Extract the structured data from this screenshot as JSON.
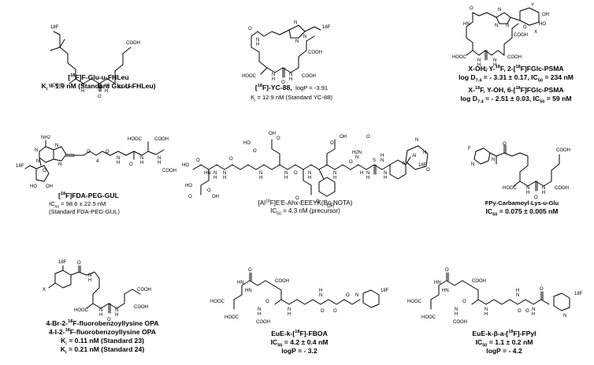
{
  "compounds": [
    {
      "id": "glu_u_fhleu",
      "name_pre": "[",
      "name_iso": "18",
      "name_post": "F]F-Glu-u-FHLeu",
      "lines": [
        {
          "pre": "K",
          "sub": "i",
          "post": " = 1.9 nM (Standard Glu-U-FHLeu)"
        }
      ],
      "atoms": [
        "18F",
        "COOH",
        "HOOC",
        "N",
        "N",
        "H",
        "H",
        "O",
        "COOH"
      ]
    },
    {
      "id": "yc88",
      "name_pre": "[",
      "name_iso": "18",
      "name_post": "F]-YC-88,",
      "name_extra": "logP = -3.91",
      "lines": [
        {
          "pre": "K",
          "sub": "i",
          "post": " = 12.9 nM (Standard YC-88)"
        }
      ],
      "atoms": [
        "O",
        "N",
        "H",
        "N",
        "N",
        "N",
        "18F",
        "COOH",
        "HOOC",
        "COOH",
        "N",
        "H",
        "N",
        "H",
        "O"
      ]
    },
    {
      "id": "fglc_psma",
      "atoms": [
        "O",
        "HN",
        "N",
        "N",
        "N",
        "O",
        "HO",
        "Y",
        "OH",
        "X",
        "COOH",
        "HOOC",
        "N",
        "H",
        "N",
        "H",
        "COOH",
        "O"
      ],
      "lines": [
        {
          "pre": "X-OH, Y-",
          "sup": "18",
          "post": "F, 2-[",
          "sup2": "18",
          "post2": "F]FGlc-PSMA"
        },
        {
          "pre": "log D",
          "sub": "7.4",
          "post": " = - 3.31 ± 0.17, IC",
          "sub2": "50",
          "post2": " = 234 nM"
        },
        {
          "pre": "X-",
          "sup": "18",
          "post": "F, Y-OH, 6-[",
          "sup2": "18",
          "post2": "F]FGlc-PSMA"
        },
        {
          "pre": "log D",
          "sub": "7.4",
          "post": " = - 2.51 ± 0.03, IC",
          "sub2": "50",
          "post2": " = 59 nM"
        }
      ]
    },
    {
      "id": "fda_peg_gul",
      "name_pre": "[",
      "name_iso": "18",
      "name_post": "F]FDA-PEG-GUL",
      "lines": [
        {
          "pre": "IC",
          "sub": "50",
          "post": " = 98.6 ± 22.5 nM"
        },
        {
          "pre": "(Standard FDA-PEG-GUL)"
        }
      ],
      "atoms": [
        "NH2",
        "N",
        "N",
        "N",
        "N",
        "18F",
        "O",
        "HO",
        "OH",
        "O",
        "O",
        "4",
        "N",
        "H",
        "HOOC",
        "COOH",
        "O",
        "N",
        "H",
        "N",
        "H",
        "COOH"
      ]
    },
    {
      "id": "alf_eeeyk",
      "name_pre": "[Al",
      "name_iso": "18",
      "name_post": "F]E'E-Ahx-EEEYK(Bn-NOTA)",
      "lines": [
        {
          "pre": "IC",
          "sub": "50",
          "post": " = 4.3 nM (precursor)"
        }
      ],
      "atoms": [
        "HO",
        "O",
        "O",
        "OH",
        "O",
        "OH",
        "H2N",
        "O",
        "O",
        "HO",
        "O",
        "HN",
        "N",
        "N",
        "H",
        "H",
        "N",
        "H",
        "O",
        "HO",
        "O",
        "OH",
        "O",
        "N",
        "H",
        "N",
        "H",
        "N",
        "H",
        "H",
        "N",
        "N",
        "H",
        "N",
        "H",
        "S",
        "N",
        "H",
        "O",
        "O",
        "OH",
        "N",
        "Al",
        "18F",
        "N",
        "N",
        "O",
        "O"
      ]
    },
    {
      "id": "fpy_carbamoyl",
      "name_pre": "FPy-Carbamoyl-Lys-u-Glu",
      "lines": [
        {
          "pre": "IC",
          "sub": "50",
          "post": " = 0.075 ± 0.005 nM"
        }
      ],
      "atoms": [
        "F",
        "N",
        "N",
        "O",
        "COOH",
        "HOOC",
        "N",
        "H",
        "N",
        "H",
        "O",
        "COOH"
      ]
    },
    {
      "id": "fluorobenzoyllysine",
      "lines": [
        {
          "pre": "4-Br-2-",
          "sup": "18",
          "post": "F-fluorobenzoyllysine OPA"
        },
        {
          "pre": "4-I-2-",
          "sup": "18",
          "post": "F-fluorobenzoyllysine OPA"
        },
        {
          "pre": "K",
          "sub": "i",
          "post": " = 0.11 nM (Standard 23)"
        },
        {
          "pre": "K",
          "sub": "i",
          "post": " = 0.21 nM (Standard 24)"
        }
      ],
      "atoms": [
        "18F",
        "X",
        "O",
        "N",
        "H",
        "HOOC",
        "N",
        "H",
        "N",
        "H",
        "COOH",
        "COOH",
        "O"
      ]
    },
    {
      "id": "fboa",
      "name_pre": "EuE-k-[",
      "name_iso": "18",
      "name_post": "F]-FBOA",
      "lines": [
        {
          "pre": "IC",
          "sub": "50",
          "post": " = 4.2 ± 0.4 nM"
        },
        {
          "pre": "logP = - 3.2"
        }
      ],
      "atoms": [
        "O",
        "HN",
        "HN",
        "COOH",
        "N",
        "H",
        "O",
        "O",
        "N",
        "H",
        "HOOC",
        "HOOC",
        "N",
        "H",
        "COOH",
        "O",
        "N",
        "O",
        "18F"
      ]
    },
    {
      "id": "fpyl",
      "name_pre": "EuE-k-β-a-[",
      "name_iso": "18",
      "name_post": "F]-FPyl",
      "lines": [
        {
          "pre": "IC",
          "sub": "50",
          "post": " = 1.1 ± 0.2 nM"
        },
        {
          "pre": "logP = - 4.2"
        }
      ],
      "atoms": [
        "O",
        "HN",
        "HN",
        "COOH",
        "N",
        "H",
        "O",
        "O",
        "N",
        "H",
        "HOOC",
        "HOOC",
        "N",
        "H",
        "COOH",
        "O",
        "N",
        "H",
        "O",
        "N",
        "18F"
      ]
    }
  ]
}
